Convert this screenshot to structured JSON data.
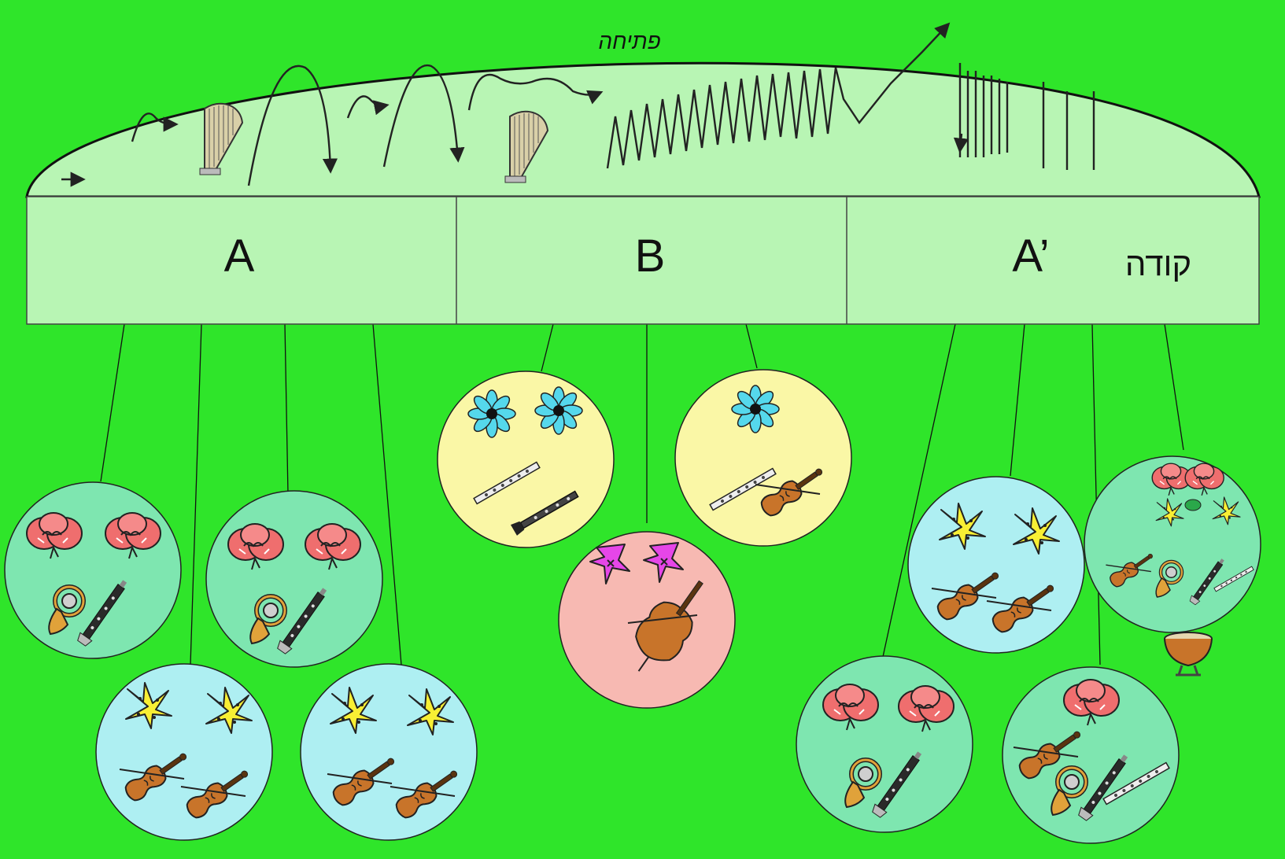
{
  "intro": {
    "label": "פתיחה"
  },
  "sections": [
    {
      "id": "A",
      "label": "A"
    },
    {
      "id": "B",
      "label": "B"
    },
    {
      "id": "A-prime",
      "label": "A’"
    }
  ],
  "coda": {
    "label": "קודה"
  },
  "colors": {
    "background": "#2fe52a",
    "arch": "#b8f5b4",
    "green_circle": "#7ee6b0",
    "blue_circle": "#aeeff2",
    "yellow_circle": "#faf7a6",
    "pink_circle": "#f7b9b2",
    "poppy": "#ef6e6e",
    "lily": "#f8ef34",
    "daisy": "#55d8ec",
    "bellflower": "#e646e8",
    "wood": "#c8742a"
  },
  "circles": [
    {
      "name": "circle-a1",
      "section": "A",
      "color": "green_circle",
      "flower": "poppy-icon",
      "instruments": [
        "french-horn-icon",
        "clarinet-icon"
      ]
    },
    {
      "name": "circle-a2",
      "section": "A",
      "color": "blue_circle",
      "flower": "lily-icon",
      "instruments": [
        "violin-icon",
        "violin-icon"
      ]
    },
    {
      "name": "circle-a3",
      "section": "A",
      "color": "green_circle",
      "flower": "poppy-icon",
      "instruments": [
        "french-horn-icon",
        "clarinet-icon"
      ]
    },
    {
      "name": "circle-a4",
      "section": "A",
      "color": "blue_circle",
      "flower": "lily-icon",
      "instruments": [
        "violin-icon",
        "violin-icon"
      ]
    },
    {
      "name": "circle-b1",
      "section": "B",
      "color": "yellow_circle",
      "flower": "daisy-icon",
      "instruments": [
        "flute-icon",
        "oboe-icon"
      ]
    },
    {
      "name": "circle-b2",
      "section": "B",
      "color": "pink_circle",
      "flower": "bellflower-icon",
      "instruments": [
        "cello-icon"
      ]
    },
    {
      "name": "circle-b3",
      "section": "B",
      "color": "yellow_circle",
      "flower": "daisy-icon",
      "instruments": [
        "flute-icon",
        "violin-icon"
      ]
    },
    {
      "name": "circle-a-prime-1",
      "section": "A-prime",
      "color": "green_circle",
      "flower": "poppy-icon",
      "instruments": [
        "french-horn-icon",
        "clarinet-icon"
      ]
    },
    {
      "name": "circle-a-prime-2",
      "section": "A-prime",
      "color": "blue_circle",
      "flower": "lily-icon",
      "instruments": [
        "violin-icon",
        "violin-icon"
      ]
    },
    {
      "name": "circle-a-prime-3",
      "section": "A-prime",
      "color": "green_circle",
      "flower": "poppy-icon",
      "instruments": [
        "violin-icon",
        "french-horn-icon",
        "clarinet-icon",
        "flute-icon"
      ]
    },
    {
      "name": "circle-coda",
      "section": "coda",
      "color": "green_circle",
      "flower": "poppy-icon",
      "instruments": [
        "violin-icon",
        "french-horn-icon",
        "clarinet-icon",
        "flute-icon",
        "timpani-icon"
      ]
    }
  ]
}
